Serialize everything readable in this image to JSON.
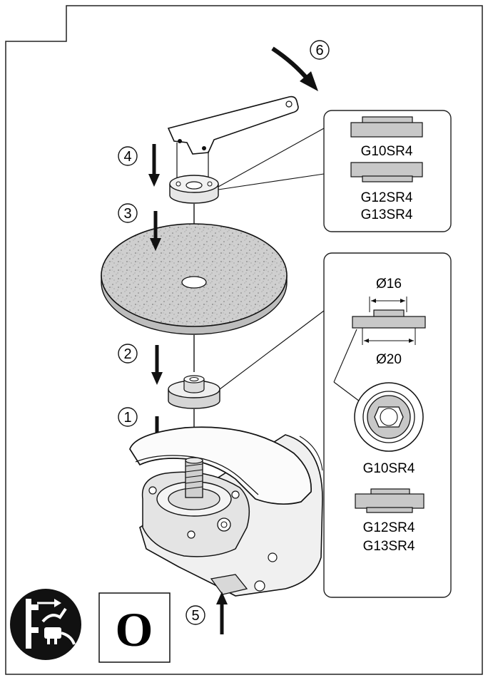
{
  "steps": {
    "s1": "1",
    "s2": "2",
    "s3": "3",
    "s4": "4",
    "s5": "5",
    "s6": "6"
  },
  "callout_top": {
    "label_a": "G10SR4",
    "label_b1": "G12SR4",
    "label_b2": "G13SR4"
  },
  "callout_bottom": {
    "dim_inner": "Ø16",
    "dim_outer": "Ø20",
    "label_a": "G10SR4",
    "label_b1": "G12SR4",
    "label_b2": "G13SR4"
  },
  "switch_symbol": "O",
  "icons": {
    "unplug": "unplug-icon",
    "switch_off": "switch-off-icon"
  }
}
